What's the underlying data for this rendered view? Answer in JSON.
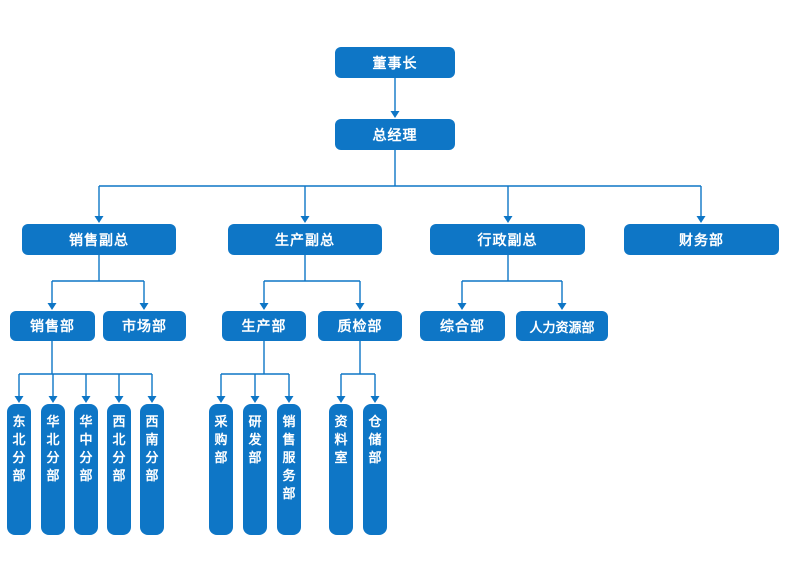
{
  "diagram": {
    "type": "org-chart",
    "colors": {
      "node_fill": "#0e76c6",
      "node_text": "#ffffff",
      "connector": "#0e76c6",
      "background": "#ffffff"
    },
    "nodes": {
      "chairman": "董事长",
      "general_manager": "总经理",
      "sales_vp": "销售副总",
      "production_vp": "生产副总",
      "admin_vp": "行政副总",
      "finance_dept": "财务部",
      "sales_dept": "销售部",
      "marketing_dept": "市场部",
      "production_dept": "生产部",
      "qc_dept": "质检部",
      "general_affairs_dept": "综合部",
      "hr_dept": "人力资源部",
      "branch_northeast": "东北分部",
      "branch_north": "华北分部",
      "branch_central": "华中分部",
      "branch_northwest": "西北分部",
      "branch_southwest": "西南分部",
      "purchasing_dept": "采购部",
      "rd_dept": "研发部",
      "sales_service_dept": "销售服务部",
      "archive_room": "资料室",
      "warehouse_dept": "仓储部"
    },
    "edges": [
      [
        "chairman",
        "general_manager"
      ],
      [
        "general_manager",
        "sales_vp"
      ],
      [
        "general_manager",
        "production_vp"
      ],
      [
        "general_manager",
        "admin_vp"
      ],
      [
        "general_manager",
        "finance_dept"
      ],
      [
        "sales_vp",
        "sales_dept"
      ],
      [
        "sales_vp",
        "marketing_dept"
      ],
      [
        "production_vp",
        "production_dept"
      ],
      [
        "production_vp",
        "qc_dept"
      ],
      [
        "admin_vp",
        "general_affairs_dept"
      ],
      [
        "admin_vp",
        "hr_dept"
      ],
      [
        "sales_dept",
        "branch_northeast"
      ],
      [
        "sales_dept",
        "branch_north"
      ],
      [
        "sales_dept",
        "branch_central"
      ],
      [
        "sales_dept",
        "branch_northwest"
      ],
      [
        "sales_dept",
        "branch_southwest"
      ],
      [
        "production_dept",
        "purchasing_dept"
      ],
      [
        "production_dept",
        "rd_dept"
      ],
      [
        "production_dept",
        "sales_service_dept"
      ],
      [
        "qc_dept",
        "archive_room"
      ],
      [
        "qc_dept",
        "warehouse_dept"
      ]
    ]
  }
}
